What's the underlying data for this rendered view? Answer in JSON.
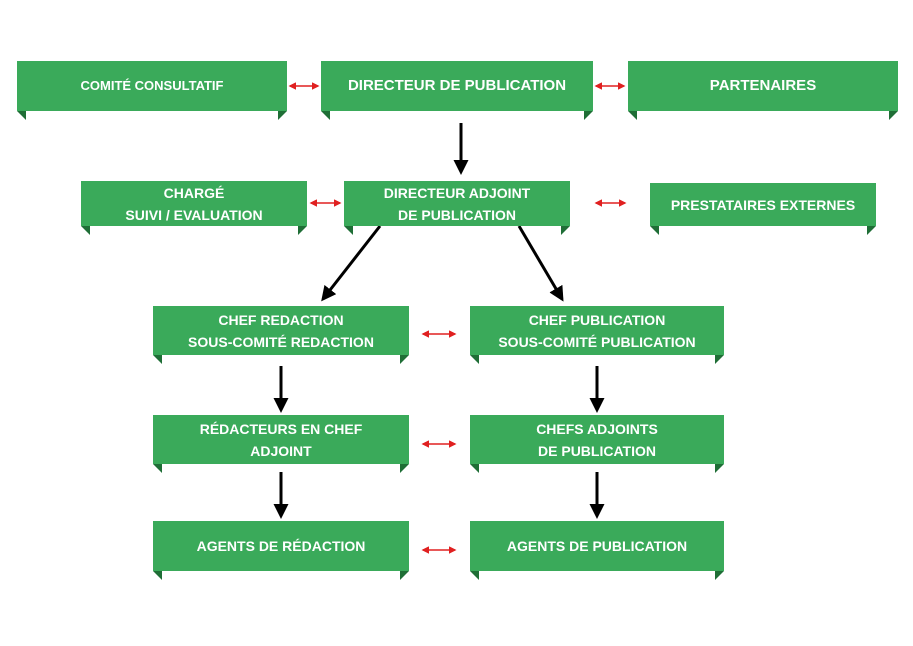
{
  "row1": {
    "comite": "COMITÉ CONSULTATIF",
    "directeur": "DIRECTEUR DE PUBLICATION",
    "partenaires": "PARTENAIRES"
  },
  "row2": {
    "charge": [
      "CHARGÉ",
      "SUIVI / EVALUATION"
    ],
    "adjoint": [
      "DIRECTEUR ADJOINT",
      "DE PUBLICATION"
    ],
    "prestataires": "PRESTATAIRES EXTERNES"
  },
  "row3": {
    "chef_redaction": [
      "CHEF REDACTION",
      "SOUS-COMITÉ REDACTION"
    ],
    "chef_publication": [
      "CHEF PUBLICATION",
      "SOUS-COMITÉ PUBLICATION"
    ]
  },
  "row4": {
    "redacteurs": [
      "RÉDACTEURS EN CHEF",
      "ADJOINT"
    ],
    "chefs_adjoints": [
      "CHEFS ADJOINTS",
      "DE PUBLICATION"
    ]
  },
  "row5": {
    "agents_redaction": "AGENTS DE RÉDACTION",
    "agents_publication": "AGENTS DE PUBLICATION"
  },
  "colors": {
    "box": "#3aaa5a",
    "fold": "#1f6e36",
    "arrow": "#000000",
    "link": "#e02020"
  }
}
